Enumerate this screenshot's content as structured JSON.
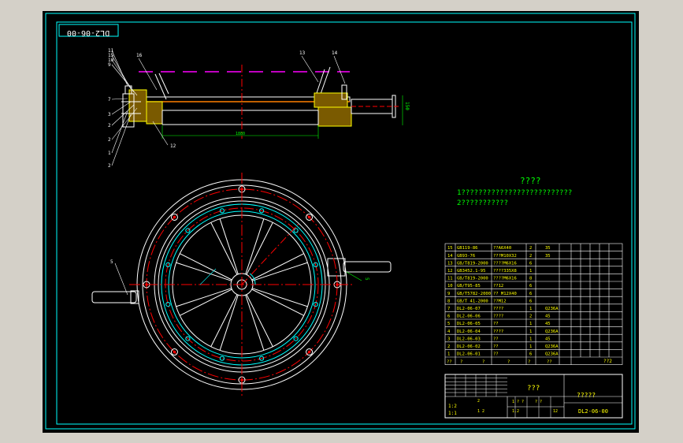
{
  "drawing": {
    "number": "DL2-06-00",
    "colors": {
      "background": "#000000",
      "frame": "#ffffff",
      "red": "#ff0000",
      "magenta": "#ff00ff",
      "cyan": "#00ffff",
      "yellow": "#ffff00",
      "green": "#00ff00",
      "orange": "#ff7f00"
    }
  },
  "section_view": {
    "callouts_left": [
      "11",
      "15",
      "10",
      "9",
      "7",
      "3",
      "2",
      "2",
      "1",
      "2"
    ],
    "callouts_top": [
      "16",
      "13",
      "14"
    ],
    "callout_bottom": "12",
    "dimension_text": "1880",
    "dimension_right": "150"
  },
  "plan_view": {
    "callout_left": "5",
    "callout_right": "5"
  },
  "notes": {
    "title": "????",
    "lines": [
      "1??????????????????????????",
      "2???????????"
    ]
  },
  "bom": {
    "rows": [
      {
        "no": "15",
        "code": "GB119-86",
        "name": "??A6X40",
        "qty": "2",
        "mat": "35"
      },
      {
        "no": "14",
        "code": "GB93-76",
        "name": "???M10X32",
        "qty": "2",
        "mat": "35"
      },
      {
        "no": "13",
        "code": "GB/T819-2000",
        "name": "????M6X16",
        "qty": "6",
        "mat": ""
      },
      {
        "no": "12",
        "code": "GB3452.1-95",
        "name": "????335X8",
        "qty": "1",
        "mat": ""
      },
      {
        "no": "11",
        "code": "GB/T819-2000",
        "name": "????M6X16",
        "qty": "8",
        "mat": ""
      },
      {
        "no": "10",
        "code": "GB/T95-85",
        "name": "??12",
        "qty": "6",
        "mat": ""
      },
      {
        "no": "9",
        "code": "GB/T5782-2000",
        "name": "?? M12X40",
        "qty": "6",
        "mat": ""
      },
      {
        "no": "8",
        "code": "GB/T 41-2000",
        "name": "??M12",
        "qty": "6",
        "mat": ""
      },
      {
        "no": "7",
        "code": "DL2-06-07",
        "name": "????",
        "qty": "1",
        "mat": "Q236A"
      },
      {
        "no": "6",
        "code": "DL2-06-06",
        "name": "????",
        "qty": "2",
        "mat": "45"
      },
      {
        "no": "5",
        "code": "DL2-06-05",
        "name": "??",
        "qty": "1",
        "mat": "45"
      },
      {
        "no": "4",
        "code": "DL2-06-04",
        "name": "????",
        "qty": "1",
        "mat": "Q236A"
      },
      {
        "no": "3",
        "code": "DL2-06-03",
        "name": "??",
        "qty": "1",
        "mat": "45"
      },
      {
        "no": "2",
        "code": "DL2-06-02",
        "name": "??",
        "qty": "1",
        "mat": "Q236A"
      },
      {
        "no": "1",
        "code": "DL2-06-01",
        "name": "??",
        "qty": "6",
        "mat": "Q236A"
      }
    ],
    "header": [
      "??",
      "?",
      "?",
      "?",
      "?",
      "??"
    ],
    "header_right": "??2"
  },
  "title_block": {
    "name": "???",
    "company": "?????",
    "drawing_no": "DL2-06-00",
    "scale": "1:2",
    "sheet": "1:1",
    "small_marks": [
      "1 ? ?",
      "? ?",
      "12",
      "2",
      "1.2",
      "1 2"
    ]
  }
}
